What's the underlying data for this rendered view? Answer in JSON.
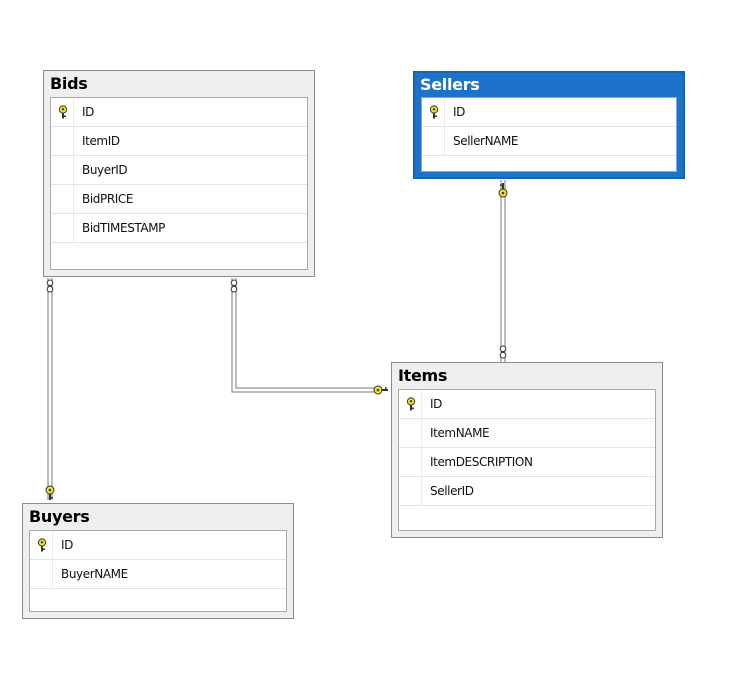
{
  "diagram": {
    "tables": {
      "bids": {
        "title": "Bids",
        "columns": [
          {
            "name": "ID",
            "primary_key": true
          },
          {
            "name": "ItemID",
            "primary_key": false
          },
          {
            "name": "BuyerID",
            "primary_key": false
          },
          {
            "name": "BidPRICE",
            "primary_key": false
          },
          {
            "name": "BidTIMESTAMP",
            "primary_key": false
          }
        ]
      },
      "sellers": {
        "title": "Sellers",
        "selected": true,
        "columns": [
          {
            "name": "ID",
            "primary_key": true
          },
          {
            "name": "SellerNAME",
            "primary_key": false
          }
        ]
      },
      "items": {
        "title": "Items",
        "columns": [
          {
            "name": "ID",
            "primary_key": true
          },
          {
            "name": "ItemNAME",
            "primary_key": false
          },
          {
            "name": "ItemDESCRIPTION",
            "primary_key": false
          },
          {
            "name": "SellerID",
            "primary_key": false
          }
        ]
      },
      "buyers": {
        "title": "Buyers",
        "columns": [
          {
            "name": "ID",
            "primary_key": true
          },
          {
            "name": "BuyerNAME",
            "primary_key": false
          }
        ]
      }
    },
    "relationships": [
      {
        "from": "bids",
        "to": "buyers",
        "many_end": "bids",
        "one_end": "buyers"
      },
      {
        "from": "bids",
        "to": "items",
        "many_end": "bids",
        "one_end": "items"
      },
      {
        "from": "items",
        "to": "sellers",
        "many_end": "items",
        "one_end": "sellers"
      }
    ],
    "colors": {
      "key_icon": "#f5e51b",
      "selected_header": "#1c73c9",
      "header": "#efefef",
      "relationship_line": "#777777"
    }
  }
}
